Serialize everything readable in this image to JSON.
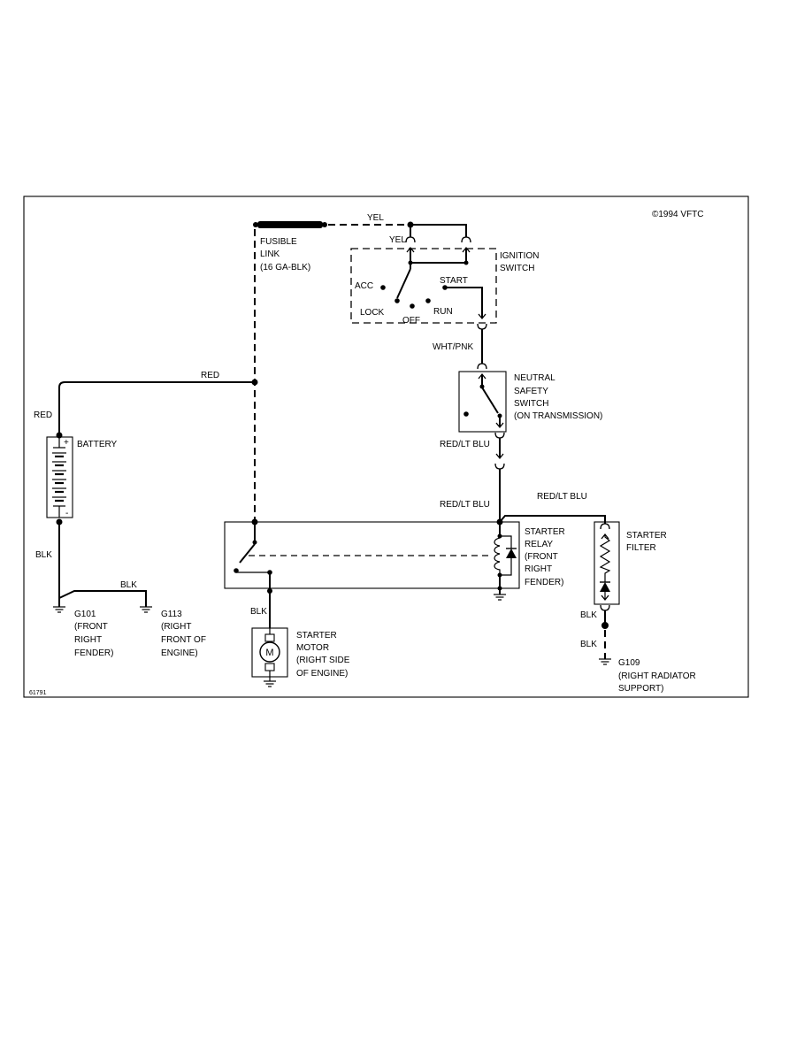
{
  "copyright": "©1994 VFTC",
  "figure_number": "61791",
  "fusible_link": {
    "lines": [
      "FUSIBLE",
      "LINK",
      "(16 GA-BLK)"
    ]
  },
  "ignition_switch": {
    "lines": [
      "IGNITION",
      "SWITCH"
    ],
    "positions": {
      "acc": "ACC",
      "start": "START",
      "lock": "LOCK",
      "run": "RUN",
      "off": "OFF"
    }
  },
  "neutral_safety_switch": {
    "lines": [
      "NEUTRAL",
      "SAFETY",
      "SWITCH",
      "(ON TRANSMISSION)"
    ]
  },
  "battery": {
    "label": "BATTERY",
    "positive": "+",
    "negative": "-"
  },
  "starter_relay": {
    "lines": [
      "STARTER",
      "RELAY",
      "(FRONT",
      "RIGHT",
      "FENDER)"
    ]
  },
  "starter_filter": {
    "lines": [
      "STARTER",
      "FILTER"
    ]
  },
  "starter_motor": {
    "symbol": "M",
    "lines": [
      "STARTER",
      "MOTOR",
      "(RIGHT SIDE",
      "OF ENGINE)"
    ]
  },
  "grounds": {
    "g101": [
      "G101",
      "(FRONT",
      "RIGHT",
      "FENDER)"
    ],
    "g113": [
      "G113",
      "(RIGHT",
      "FRONT OF",
      "ENGINE)"
    ],
    "g109": [
      "G109",
      "(RIGHT RADIATOR",
      "SUPPORT)"
    ]
  },
  "wire_colors": {
    "fusible_to_switch": "YEL",
    "switch_feed": "YEL",
    "battery_to_fusible": "RED",
    "battery_positive": "RED",
    "start_to_nss": "WHT/PNK",
    "nss_output": "RED/LT BLU",
    "relay_input": "RED/LT BLU",
    "filter_feed": "RED/LT BLU",
    "battery_negative": "BLK",
    "engine_ground": "BLK",
    "motor_feed": "BLK",
    "filter_ground_upper": "BLK",
    "filter_ground_lower": "BLK"
  }
}
